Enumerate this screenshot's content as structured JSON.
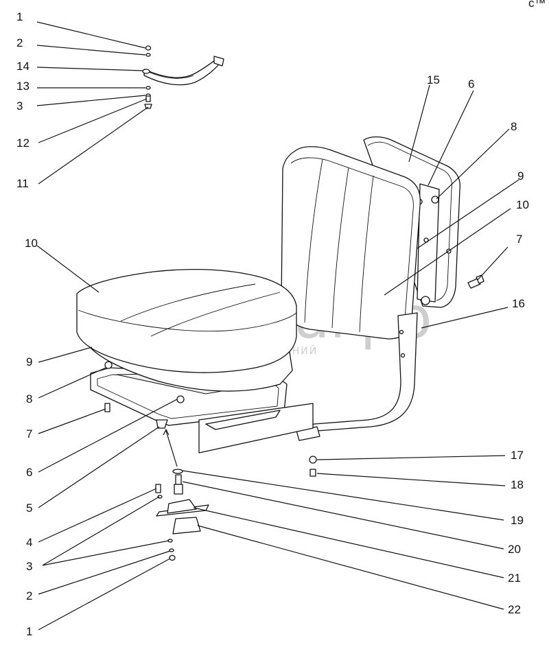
{
  "corner_mark": "c™ •••",
  "watermark": {
    "brand": "белагро",
    "subtitle": "ГРУППА КОМПАНИЙ"
  },
  "callouts": [
    {
      "id": "c1a",
      "text": "1"
    },
    {
      "id": "c2a",
      "text": "2"
    },
    {
      "id": "c14",
      "text": "14"
    },
    {
      "id": "c13",
      "text": "13"
    },
    {
      "id": "c3a",
      "text": "3"
    },
    {
      "id": "c12",
      "text": "12"
    },
    {
      "id": "c11",
      "text": "11"
    },
    {
      "id": "c15",
      "text": "15"
    },
    {
      "id": "c6a",
      "text": "6"
    },
    {
      "id": "c8a",
      "text": "8"
    },
    {
      "id": "c9a",
      "text": "9"
    },
    {
      "id": "c10a",
      "text": "10"
    },
    {
      "id": "c7a",
      "text": "7"
    },
    {
      "id": "c16",
      "text": "16"
    },
    {
      "id": "c10b",
      "text": "10"
    },
    {
      "id": "c9b",
      "text": "9"
    },
    {
      "id": "c8b",
      "text": "8"
    },
    {
      "id": "c7b",
      "text": "7"
    },
    {
      "id": "c6b",
      "text": "6"
    },
    {
      "id": "c5",
      "text": "5"
    },
    {
      "id": "c4",
      "text": "4"
    },
    {
      "id": "c3b",
      "text": "3"
    },
    {
      "id": "c2b",
      "text": "2"
    },
    {
      "id": "c1b",
      "text": "1"
    },
    {
      "id": "c17",
      "text": "17"
    },
    {
      "id": "c18",
      "text": "18"
    },
    {
      "id": "c19",
      "text": "19"
    },
    {
      "id": "c20",
      "text": "20"
    },
    {
      "id": "c21",
      "text": "21"
    },
    {
      "id": "c22",
      "text": "22"
    }
  ]
}
